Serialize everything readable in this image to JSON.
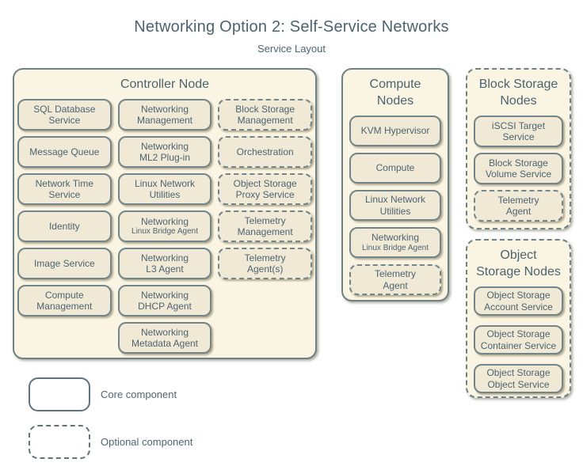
{
  "title": "Networking Option 2: Self-Service Networks",
  "subtitle": "Service Layout",
  "palette": {
    "container_fill": "#faf5e2",
    "box_fill": "#f0e9d6",
    "border": "#6e8184",
    "text": "#4d6470"
  },
  "controller": {
    "title": "Controller Node",
    "services": [
      {
        "label": "SQL Database\nService",
        "optional": false
      },
      {
        "label": "Networking\nManagement",
        "optional": false
      },
      {
        "label": "Block Storage\nManagement",
        "optional": true
      },
      {
        "label": "Message Queue",
        "optional": false
      },
      {
        "label": "Networking\nML2 Plug-in",
        "optional": false
      },
      {
        "label": "Orchestration",
        "optional": true
      },
      {
        "label": "Network Time\nService",
        "optional": false
      },
      {
        "label": "Linux Network\nUtilities",
        "optional": false
      },
      {
        "label": "Object Storage\nProxy Service",
        "optional": true
      },
      {
        "label": "Identity",
        "optional": false
      },
      {
        "label": "Networking",
        "sublabel": "Linux Bridge Agent",
        "optional": false
      },
      {
        "label": "Telemetry\nManagement",
        "optional": true
      },
      {
        "label": "Image Service",
        "optional": false
      },
      {
        "label": "Networking\nL3 Agent",
        "optional": false
      },
      {
        "label": "Telemetry\nAgent(s)",
        "optional": true
      },
      {
        "label": "Compute\nManagement",
        "optional": false
      },
      {
        "label": "Networking\nDHCP Agent",
        "optional": false
      },
      {
        "label": "Networking\nMetadata Agent",
        "optional": false
      }
    ]
  },
  "compute": {
    "title": "Compute\nNodes",
    "services": [
      {
        "label": "KVM Hypervisor",
        "optional": false
      },
      {
        "label": "Compute",
        "optional": false
      },
      {
        "label": "Linux Network\nUtilities",
        "optional": false
      },
      {
        "label": "Networking",
        "sublabel": "Linux Bridge Agent",
        "optional": false
      },
      {
        "label": "Telemetry\nAgent",
        "optional": true
      }
    ]
  },
  "block_storage": {
    "title": "Block Storage\nNodes",
    "optional": true,
    "services": [
      {
        "label": "iSCSI Target\nService",
        "optional": false
      },
      {
        "label": "Block Storage\nVolume Service",
        "optional": false
      },
      {
        "label": "Telemetry\nAgent",
        "optional": true
      }
    ]
  },
  "object_storage": {
    "title": "Object\nStorage Nodes",
    "optional": true,
    "services": [
      {
        "label": "Object Storage\nAccount Service",
        "optional": false
      },
      {
        "label": "Object Storage\nContainer Service",
        "optional": false
      },
      {
        "label": "Object Storage\nObject Service",
        "optional": false
      }
    ]
  },
  "legend": [
    {
      "label": "Core component",
      "style": "solid"
    },
    {
      "label": "Optional component",
      "style": "dashed"
    }
  ]
}
